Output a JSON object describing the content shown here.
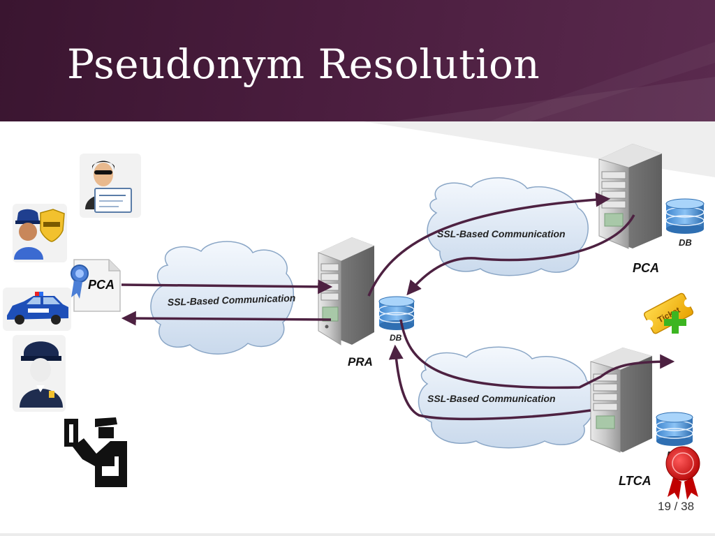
{
  "slide": {
    "title": "Pseudonym Resolution",
    "page_current": "19",
    "page_separator": "/",
    "page_total": "38",
    "header_color": "#4a1d3e"
  },
  "actors": {
    "icons": [
      "spy-with-id-card-icon",
      "police-officer-with-badge-icon",
      "pca-certificate-icon",
      "police-car-icon",
      "police-officer-bust-icon",
      "customs-officer-pictogram-icon"
    ],
    "certificate_label": "PCA"
  },
  "links": {
    "left": "SSL-Based Communication",
    "top_right": "SSL-Based Communication",
    "bottom_right": "SSL-Based Communication",
    "arrow_color": "#4d2141"
  },
  "servers": {
    "pra": {
      "label": "PRA",
      "db_label": "DB"
    },
    "pca": {
      "label": "PCA",
      "db_label": "DB"
    },
    "ltca": {
      "label": "LTCA",
      "db_label": "DB"
    }
  },
  "extras": {
    "ticket_label": "Ticket",
    "icons": [
      "ticket-plus-icon",
      "red-seal-icon"
    ]
  }
}
